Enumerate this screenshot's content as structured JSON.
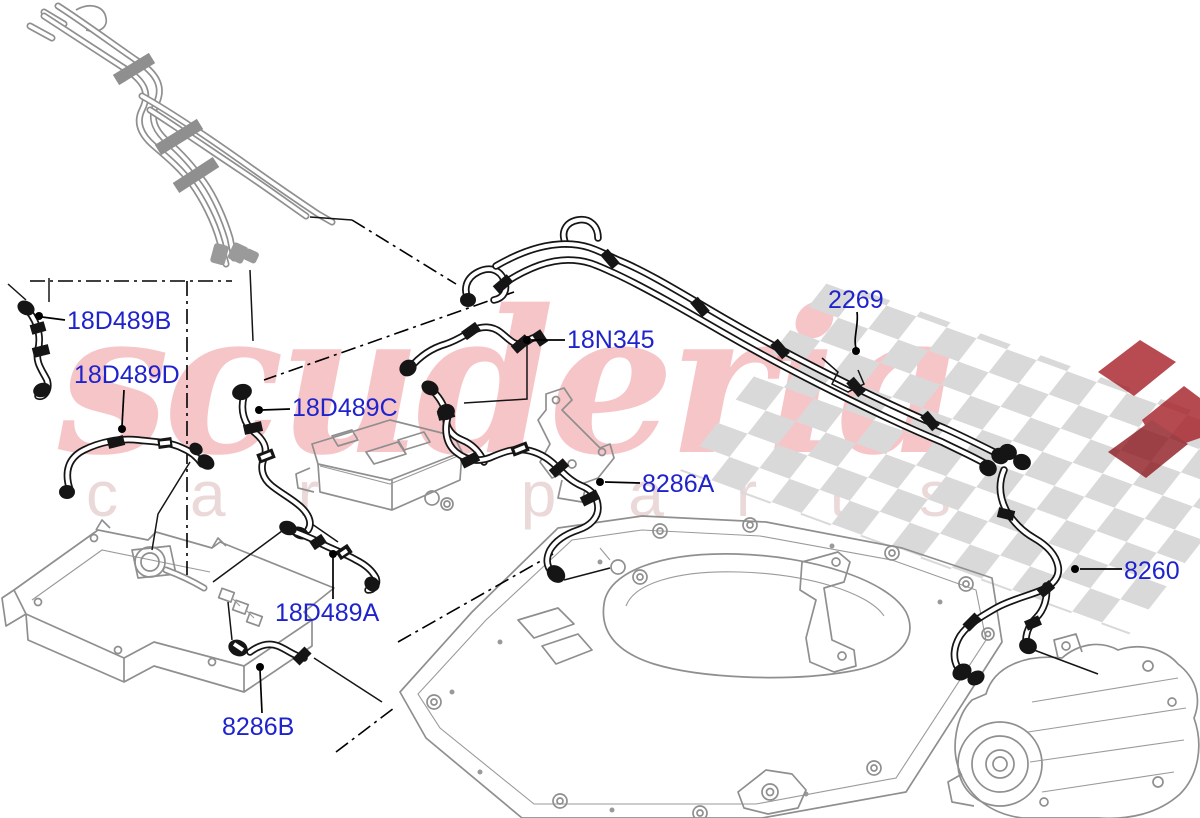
{
  "watermark": {
    "brand": "scuderia",
    "tagline": "car parts"
  },
  "part_labels": [
    {
      "part_number": "18D489B"
    },
    {
      "part_number": "18D489D"
    },
    {
      "part_number": "18D489C"
    },
    {
      "part_number": "18N345"
    },
    {
      "part_number": "2269"
    },
    {
      "part_number": "8286A"
    },
    {
      "part_number": "8260"
    },
    {
      "part_number": "18D489A"
    },
    {
      "part_number": "8286B"
    }
  ],
  "colors": {
    "label_blue": "#1f23cc",
    "line_black": "#151515",
    "part_gray": "#8f8f8f",
    "checker_gray": "#d9d9d9",
    "flag_red": "#a51e26",
    "watermark_brand_pink": "rgba(228,74,84,0.32)",
    "watermark_tagline_pink": "rgba(205,158,158,0.40)"
  }
}
